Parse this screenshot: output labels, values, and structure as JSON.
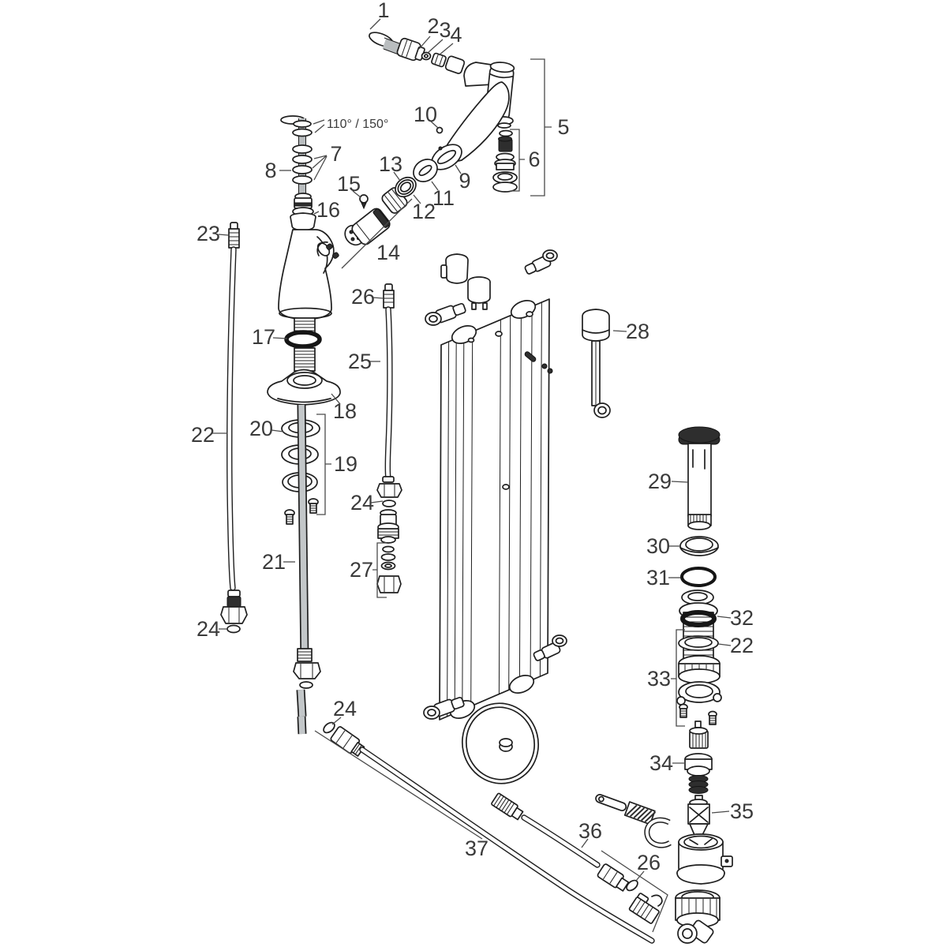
{
  "diagram": {
    "figure_type": "exploded parts diagram",
    "subject": "pull-out kitchen faucet with mounting rail and drain set",
    "angle_note": "110° / 150°",
    "palette": {
      "line": "#1f1f1f",
      "label_text": "#3a3a3a",
      "metal_gray": "#c3c7c9",
      "dark_part": "#2e2e2e",
      "background": "#ffffff"
    },
    "callouts": [
      {
        "label": "1"
      },
      {
        "label": "2"
      },
      {
        "label": "3"
      },
      {
        "label": "4"
      },
      {
        "label": "5"
      },
      {
        "label": "6"
      },
      {
        "label": "7"
      },
      {
        "label": "8"
      },
      {
        "label": "9"
      },
      {
        "label": "10"
      },
      {
        "label": "11"
      },
      {
        "label": "12"
      },
      {
        "label": "13"
      },
      {
        "label": "14"
      },
      {
        "label": "15"
      },
      {
        "label": "16"
      },
      {
        "label": "17"
      },
      {
        "label": "18"
      },
      {
        "label": "19"
      },
      {
        "label": "20"
      },
      {
        "label": "21"
      },
      {
        "label": "22"
      },
      {
        "label": "23"
      },
      {
        "label": "24"
      },
      {
        "label": "24"
      },
      {
        "label": "24"
      },
      {
        "label": "25"
      },
      {
        "label": "26"
      },
      {
        "label": "26"
      },
      {
        "label": "27"
      },
      {
        "label": "28"
      },
      {
        "label": "29"
      },
      {
        "label": "30"
      },
      {
        "label": "31"
      },
      {
        "label": "32"
      },
      {
        "label": "22"
      },
      {
        "label": "33"
      },
      {
        "label": "34"
      },
      {
        "label": "35"
      },
      {
        "label": "36"
      },
      {
        "label": "37"
      }
    ]
  }
}
